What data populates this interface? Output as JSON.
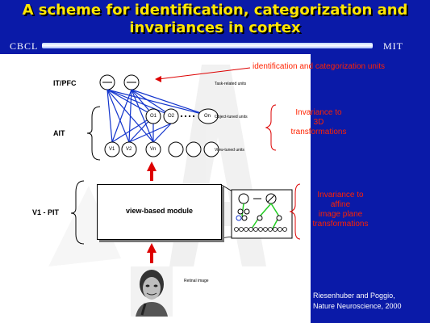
{
  "slide": {
    "title_line1": "A scheme for identification, categorization and",
    "title_line2": "invariances in cortex",
    "brand_left": "CBCL",
    "brand_right": "MIT"
  },
  "diagram": {
    "level_labels": [
      "IT/PFC",
      "AIT",
      "V1 - PIT"
    ],
    "unit_labels": [
      "Task-related units",
      "Object-tuned units",
      "View-tuned units"
    ],
    "object_units": [
      "O1",
      "O2",
      "On"
    ],
    "view_units": [
      "V1",
      "V2",
      "Vn"
    ],
    "ellipsis": "• • •",
    "module_label": "view-based module",
    "retinal_label": "Retinal image"
  },
  "annotations": {
    "top_note": "identification and categorization units",
    "note_3d_line1": "Invariance to",
    "note_3d_line2": "3D",
    "note_3d_line3": "transformations",
    "note_affine_line1": "Invariance to",
    "note_affine_line2": "affine",
    "note_affine_line3": "image plane",
    "note_affine_line4": "transformations",
    "reference_line1": "Riesenhuber and Poggio,",
    "reference_line2": "Nature Neuroscience, 2000"
  },
  "colors": {
    "background": "#0a1aa8",
    "title": "#ffe600",
    "note": "#ff2200",
    "connection": "#1133cc",
    "pooling": "#22cc22",
    "arrow": "#dd0000"
  }
}
